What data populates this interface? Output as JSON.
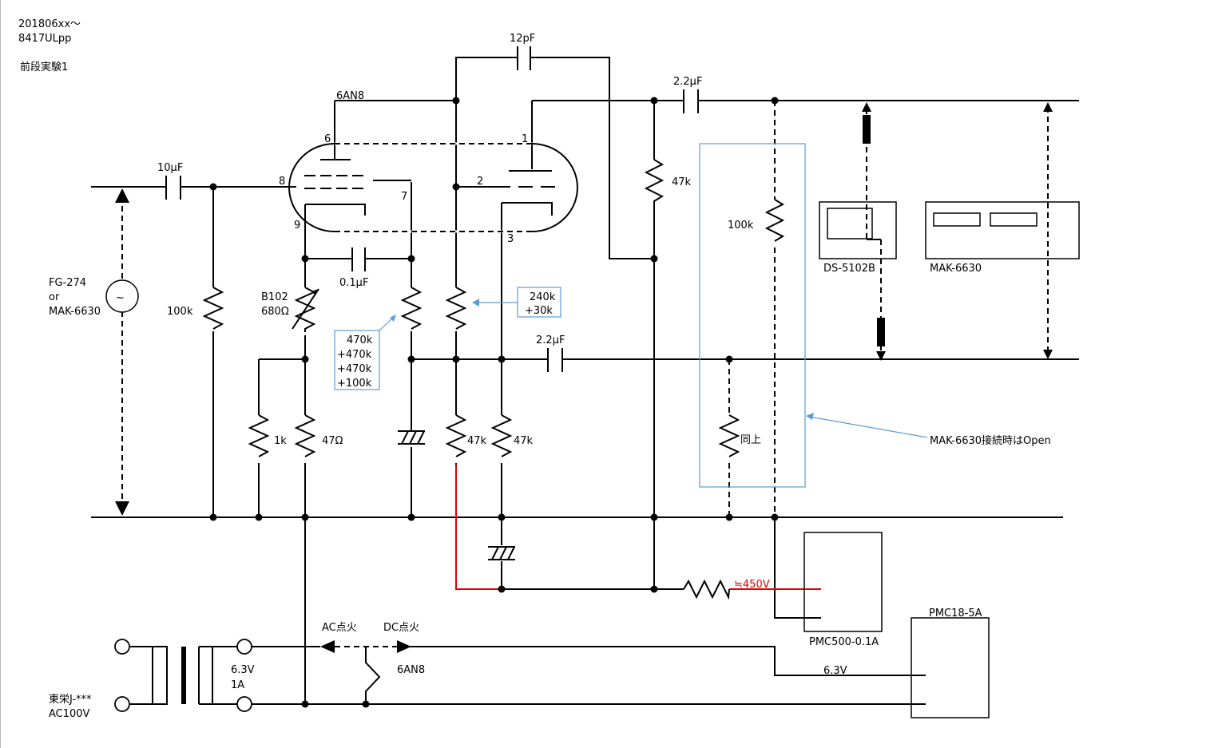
{
  "header": {
    "line1": "201806xx～",
    "line2": "8417ULpp",
    "line3": "前段実験1"
  },
  "labels": {
    "tube": "6AN8",
    "pin1": "1",
    "pin2": "2",
    "pin3": "3",
    "pin6": "6",
    "pin7": "7",
    "pin8": "8",
    "pin9": "9",
    "c_12pF": "12pF",
    "c_in": "10μF",
    "c_out_top": "2.2μF",
    "c_out_mid": "2.2μF",
    "c_01": "0.1μF",
    "r_grid": "100k",
    "r_load_top": "47k",
    "r_probe": "100k",
    "r_same": "同上",
    "vr": "B102",
    "vr_val": "680Ω",
    "r_1k": "1k",
    "r_47ohm": "47Ω",
    "r_47k_a": "47k",
    "r_47k_b": "47k",
    "box_470": [
      "470k",
      "+470k",
      "+470k",
      "+100k"
    ],
    "box_240": [
      "240k",
      "+30k"
    ],
    "fg_1": "FG-274",
    "fg_2": "or",
    "fg_3": "MAK-6630",
    "ds": "DS-5102B",
    "mak": "MAK-6630",
    "open_note": "MAK-6630接続時はOpen",
    "hv": "≒450V",
    "pmc500": "PMC500-0.1A",
    "pmc18": "PMC18-5A",
    "ac_fire": "AC点火",
    "dc_fire": "DC点火",
    "heater_tube": "6AN8",
    "v63_a": "6.3V",
    "a1": "1A",
    "v63_b": "6.3V",
    "trans_1": "東栄J-***",
    "trans_2": "AC100V"
  }
}
